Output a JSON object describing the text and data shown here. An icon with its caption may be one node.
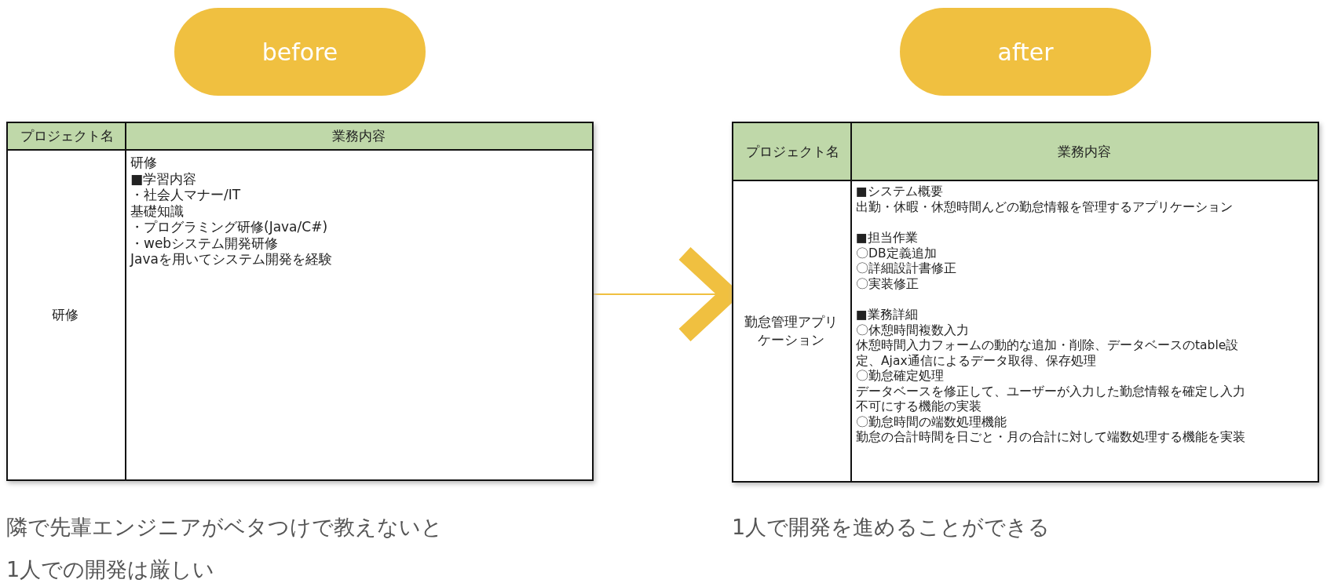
{
  "diagram": {
    "nodes": [
      {
        "text": [
          "before"
        ]
      },
      {
        "text": [
          "after"
        ]
      },
      {
        "text": [
          "プロジェクト名",
          "業務内容",
          "研修",
          "研修",
          "■学習内容",
          "・社会人マナー/IT",
          "基礎知識",
          "・プログラミング研修(Java/C#)",
          "・webシステム開発研修",
          "Javaを用いてシステム開発を経験"
        ]
      },
      {
        "text": [
          "プロジェクト名",
          "業務内容",
          "勤怠管理アプリケーション",
          "■システム概要",
          "出勤・休暇・休憩時間んどの勤怠情報を管理するアプリケーション",
          "■担当作業",
          "〇DB定義追加",
          "〇詳細設計書修正",
          "〇実装修正",
          "■業務詳細",
          "〇休憩時間複数入力",
          "休憩時間入力フォームの動的な追加・削除、データベースのtable設定、Ajax通信によるデータ取得、保存処理",
          "〇勤怠確定処理",
          "データベースを修正して、ユーザーが入力した勤怠情報を確定し入力不可にする機能の実装",
          "〇勤怠時間の端数処理機能",
          "勤怠の合計時間を日ごと・月の合計に対して端数処理する機能を実装"
        ]
      }
    ],
    "edges": [
      {
        "from": 2,
        "to": 3,
        "arrow": "to"
      }
    ],
    "labels": [
      "隣で先輩エンジニアがベタつけで教えないと1人での開発は厳しい",
      "1人で開発を進めることができる"
    ]
  }
}
